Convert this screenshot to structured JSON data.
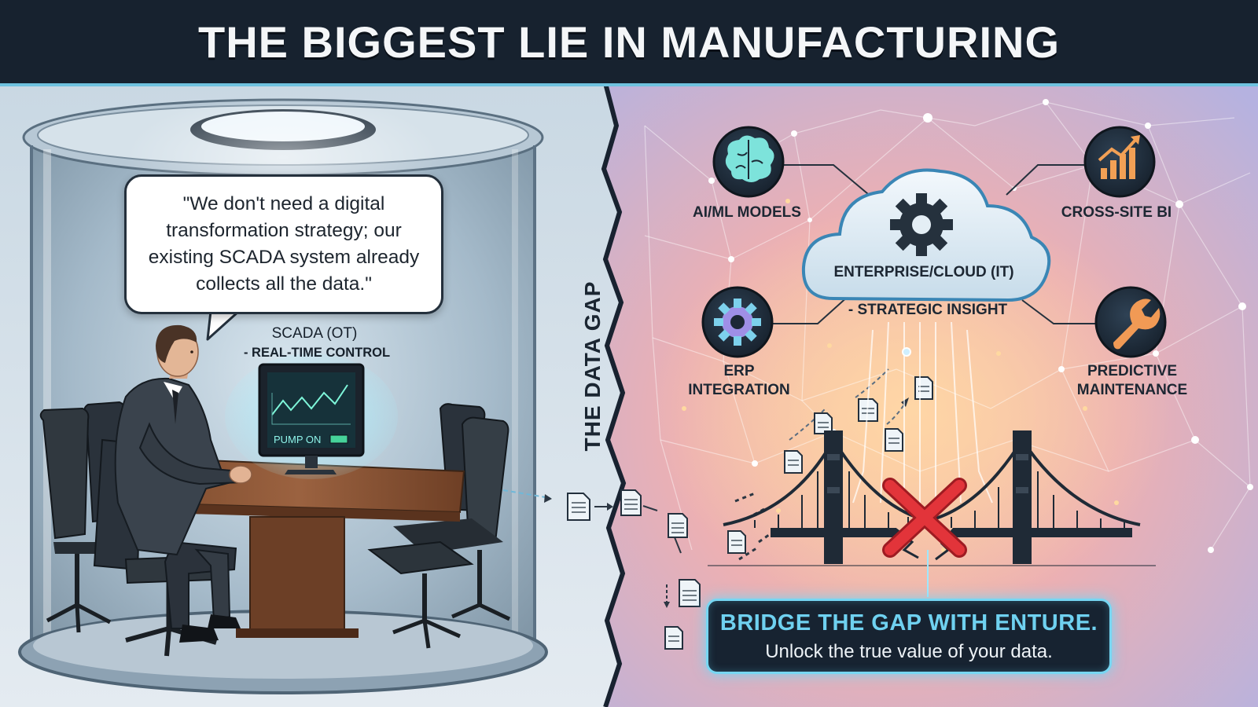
{
  "header": {
    "title": "THE BIGGEST LIE IN MANUFACTURING"
  },
  "left_scene": {
    "quote": "\"We don't need a digital transformation strategy; our existing SCADA system already collects all the data.\"",
    "scada_label": "SCADA (OT)",
    "scada_sublabel": "- REAL-TIME CONTROL",
    "monitor_status": "PUMP ON"
  },
  "divider": {
    "label": "THE DATA GAP"
  },
  "right_scene": {
    "cloud": {
      "label": "ENTERPRISE/CLOUD (IT)",
      "sublabel": "- STRATEGIC INSIGHT"
    },
    "nodes": {
      "ai_ml": "AI/ML MODELS",
      "cross_site": "CROSS-SITE BI",
      "erp_line1": "ERP",
      "erp_line2": "INTEGRATION",
      "pm_line1": "PREDICTIVE",
      "pm_line2": "MAINTENANCE"
    },
    "icons": [
      "brain-icon",
      "bar-chart-icon",
      "gear-icon",
      "wrench-icon",
      "cloud-gear-icon",
      "document-icon",
      "broken-bridge-icon",
      "red-x-icon"
    ]
  },
  "cta": {
    "title": "BRIDGE THE GAP WITH ENTURE.",
    "subtitle": "Unlock the true value of your data."
  },
  "colors": {
    "header_bg": "#17222f",
    "accent_cyan": "#6fd1f0",
    "cross_red": "#e2343a",
    "right_bg_warm": "#f4b48a",
    "right_bg_cool": "#b9a9de"
  }
}
